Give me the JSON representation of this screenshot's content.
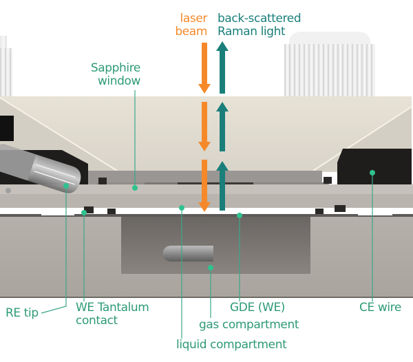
{
  "diagram": {
    "title": "Raman spectroelectrochemical cell cross-section",
    "colors": {
      "label": "#2e9a78",
      "laser": "#f5892a",
      "raman": "#1a7f7a",
      "leader": "#3aa88a",
      "dot": "#2fc28f"
    },
    "beams": {
      "laser": {
        "line1": "laser",
        "line2": "beam",
        "direction": "down"
      },
      "raman": {
        "line1": "back-scattered",
        "line2": "Raman light",
        "direction": "up"
      }
    },
    "labels": {
      "sapphire": {
        "line1": "Sapphire",
        "line2": "window"
      },
      "re_tip": "RE tip",
      "we_contact": {
        "line1": "WE Tantalum",
        "line2": "contact"
      },
      "gde": "GDE (WE)",
      "gas": "gas compartment",
      "liquid": "liquid compartment",
      "ce_wire": "CE wire"
    }
  }
}
